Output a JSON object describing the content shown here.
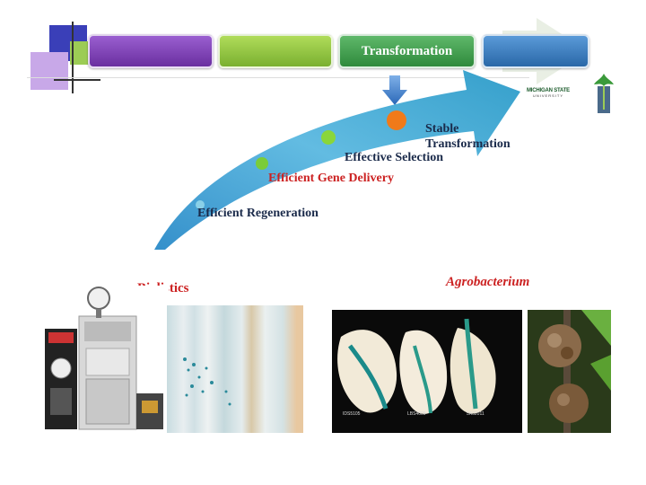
{
  "pipeline": {
    "stages": [
      "",
      "",
      "Transformation",
      ""
    ],
    "colors": [
      "#7a3fb0",
      "#8fc43a",
      "#3f9a4a",
      "#3478b8"
    ]
  },
  "curve": {
    "steps": [
      "Efficient Regeneration",
      "Efficient Gene Delivery",
      "Effective Selection",
      "Stable Transformation"
    ],
    "step_lines": [
      "Stable",
      "Transformation"
    ],
    "highlight_color": "#cc2222"
  },
  "logo": {
    "line1": "",
    "line2": "MICHIGAN STATE",
    "line3": "UNIVERSITY"
  },
  "methods": {
    "biolistics": "Biolistics",
    "agrobacterium": "Agrobacterium"
  },
  "photo_captions": [
    "IDS5105",
    "LBS4009",
    "5A02011"
  ]
}
